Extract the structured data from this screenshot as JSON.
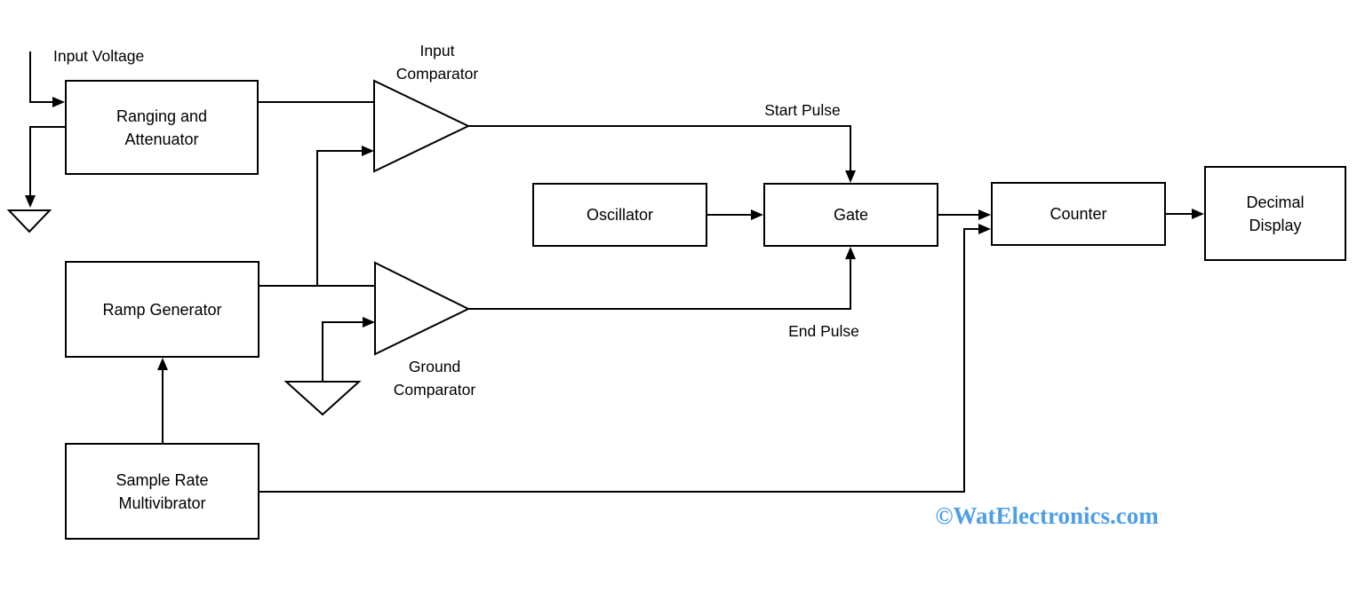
{
  "diagram": {
    "type": "block-diagram",
    "subject": "Ramp type digital voltmeter block diagram",
    "colors": {
      "background": "#ffffff",
      "line": "#000000",
      "box_fill": "#ffffff",
      "watermark": "#4d9fe8"
    },
    "blocks": {
      "ranging": {
        "label": "Ranging and\nAttenuator"
      },
      "oscillator": {
        "label": "Oscillator"
      },
      "gate": {
        "label": "Gate"
      },
      "counter": {
        "label": "Counter"
      },
      "decimal_display": {
        "label": "Decimal\nDisplay"
      },
      "ramp_generator": {
        "label": "Ramp Generator"
      },
      "sample_rate_multivibrator": {
        "label": "Sample Rate\nMultivibrator"
      }
    },
    "annotations": {
      "input_voltage": "Input Voltage",
      "input_comparator": "Input\nComparator",
      "ground_comparator": "Ground\nComparator",
      "start_pulse": "Start Pulse",
      "end_pulse": "End Pulse"
    },
    "watermark": {
      "text": "©WatElectronics.com",
      "color": "#4d9fe8"
    }
  }
}
